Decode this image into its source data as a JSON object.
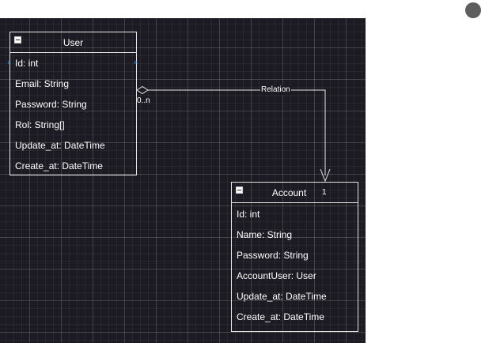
{
  "diagram": {
    "user": {
      "title": "User",
      "fields": [
        "Id: int",
        "Email: String",
        "Password: String",
        "Rol: String[]",
        "Update_at: DateTime",
        "Create_at: DateTime"
      ]
    },
    "account": {
      "title": "Account",
      "fields": [
        "Id: int",
        "Name: String",
        "Password: String",
        "AccountUser: User",
        "Update_at: DateTime",
        "Create_at: DateTime"
      ]
    },
    "relation": {
      "label": "Relation",
      "source_multiplicity": "0..n",
      "target_multiplicity": "1"
    }
  },
  "colors": {
    "canvas": "#1c1a22",
    "stroke": "#e8e8e8",
    "port": "#39a8ff"
  },
  "icons": {
    "collapse": "minus-box-icon",
    "port": "x-port-icon",
    "aggregation": "hollow-diamond-icon",
    "arrow": "open-arrow-icon",
    "toolbar": "circle-icon"
  }
}
